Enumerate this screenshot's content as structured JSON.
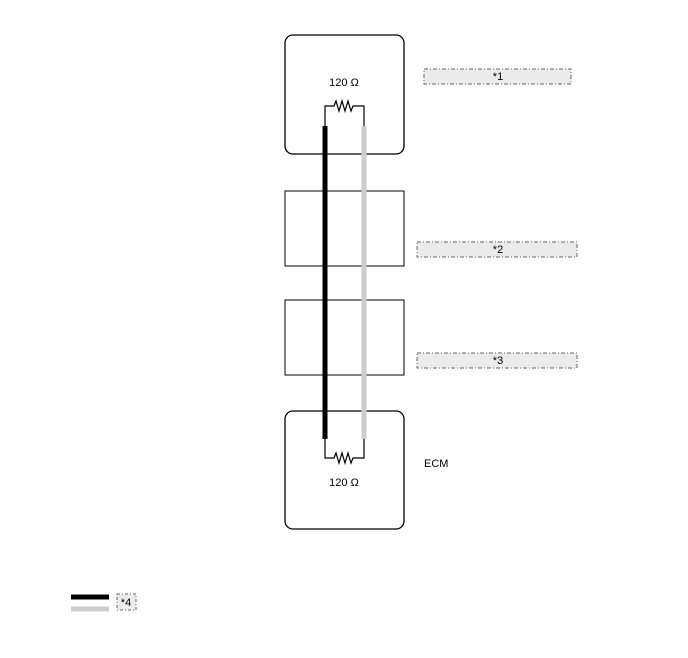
{
  "components": {
    "top": {
      "resistor_label": "120 Ω",
      "callout": "*1"
    },
    "middle1": {
      "callout": "*2"
    },
    "middle2": {
      "callout": "*3"
    },
    "bottom": {
      "resistor_label": "120 Ω",
      "name": "ECM"
    }
  },
  "legend": {
    "callout": "*4"
  },
  "colors": {
    "wire_high": "#000000",
    "wire_low": "#cccccc",
    "callout_fill": "#ebebeb"
  }
}
